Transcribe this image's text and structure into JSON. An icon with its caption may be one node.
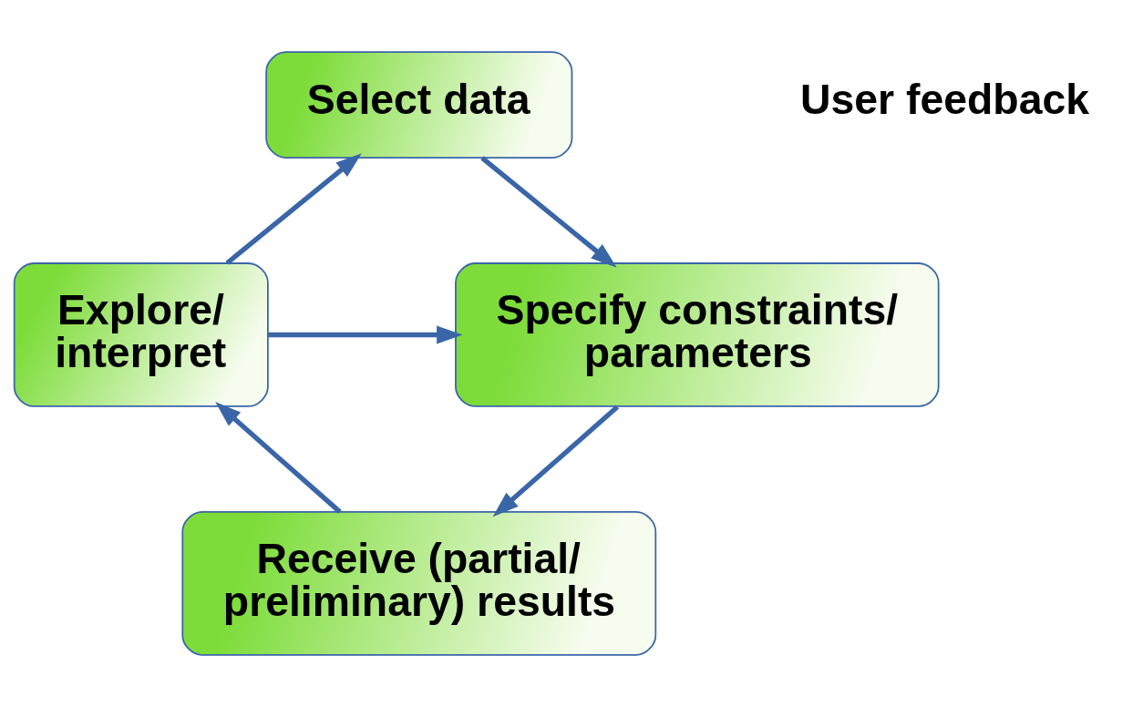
{
  "diagram": {
    "nodes": [
      {
        "text": [
          "Select data"
        ]
      },
      {
        "text": [
          "Explore/ interpret"
        ]
      },
      {
        "text": [
          "Specify constraints/ parameters"
        ]
      },
      {
        "text": [
          "Receive (partial/ preliminary) results"
        ]
      }
    ],
    "edges": [
      {
        "from": 1,
        "to": 0,
        "arrow": "to"
      },
      {
        "from": 0,
        "to": 2,
        "arrow": "to"
      },
      {
        "from": 1,
        "to": 2,
        "arrow": "to"
      },
      {
        "from": 2,
        "to": 3,
        "arrow": "to"
      },
      {
        "from": 3,
        "to": 1,
        "arrow": "to"
      }
    ],
    "labels": [
      "User feedback"
    ]
  }
}
